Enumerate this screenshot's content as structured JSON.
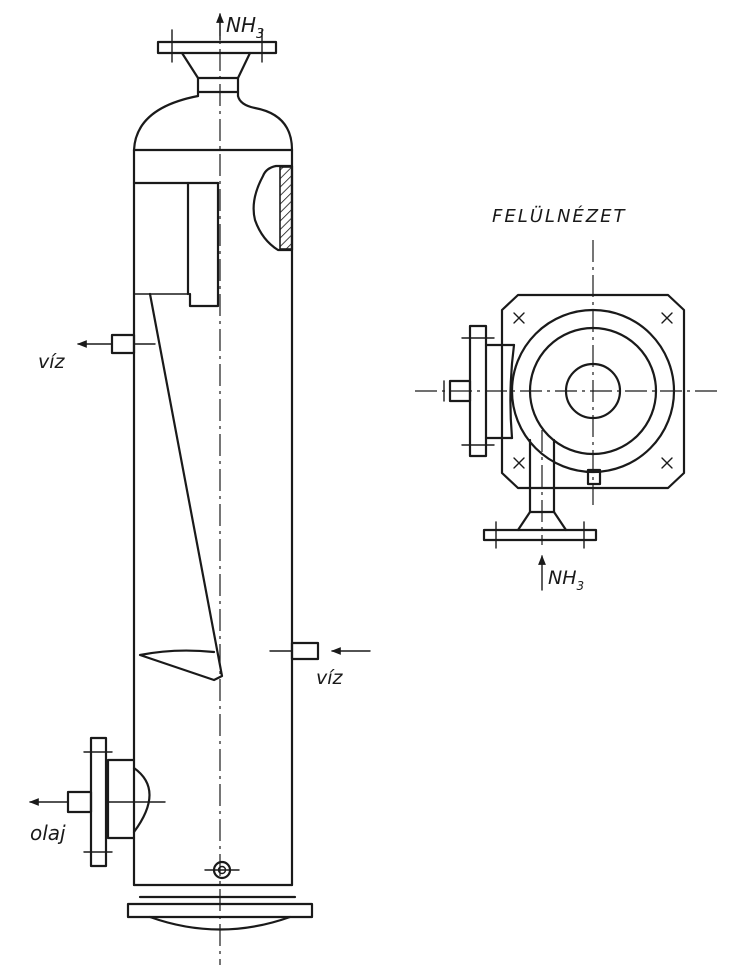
{
  "labels": {
    "nh3_top": "NH",
    "nh3_top_sub": "3",
    "viz_left": "víz",
    "viz_right": "víz",
    "olaj": "olaj",
    "felulnezet": "FELÜLNÉZET",
    "nh3_plan": "NH",
    "nh3_plan_sub": "3"
  },
  "colors": {
    "ink": "#1a1a1a",
    "paper": "#ffffff"
  }
}
